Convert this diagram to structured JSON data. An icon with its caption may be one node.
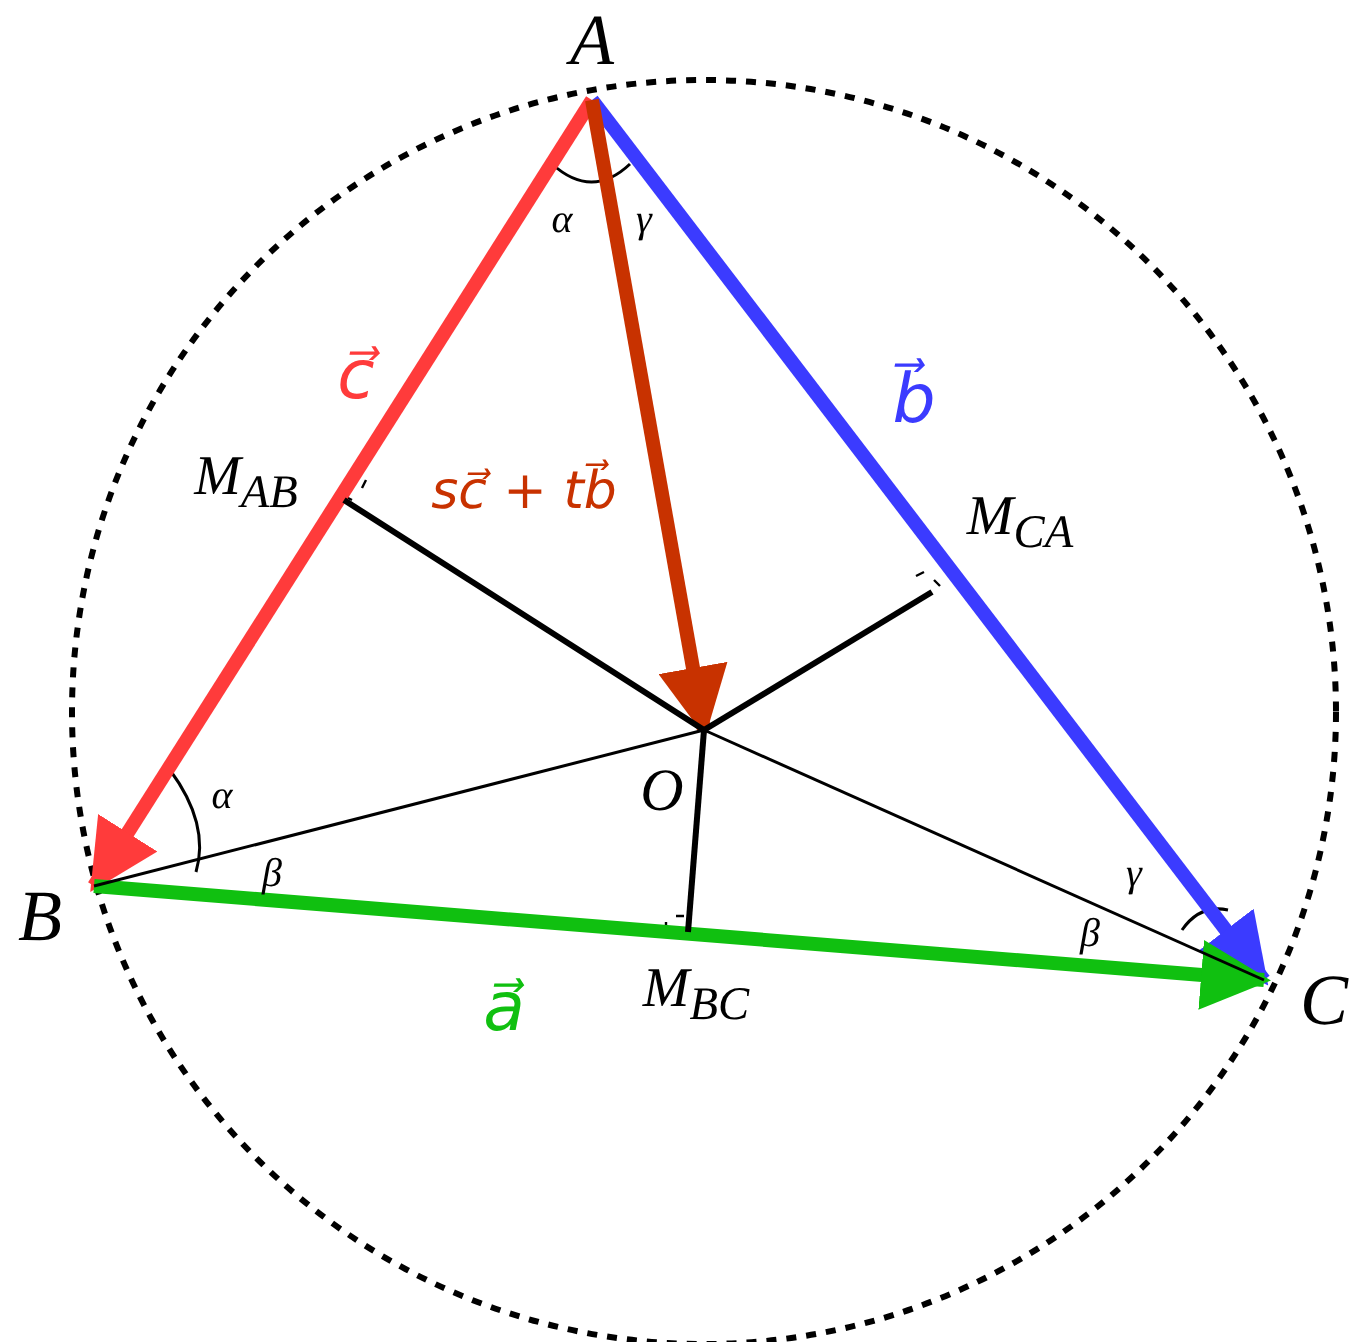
{
  "diagram": {
    "nodes": [
      {
        "text": [
          "A"
        ]
      },
      {
        "text": [
          "B"
        ]
      },
      {
        "text": [
          "C"
        ]
      },
      {
        "text": [
          "O"
        ]
      },
      {
        "text": [
          "M$_{AB}$"
        ]
      },
      {
        "text": [
          "M$_{CA}$"
        ]
      },
      {
        "text": [
          "M$_{BC}$"
        ]
      }
    ],
    "edges": [
      {
        "from": 0,
        "to": 1,
        "arrow": "to",
        "label": "c⃗",
        "style": "thick",
        "color": "#ff3b3b"
      },
      {
        "from": 0,
        "to": 2,
        "arrow": "to",
        "label": "b⃗",
        "style": "thick",
        "color": "#3b3bff"
      },
      {
        "from": 1,
        "to": 2,
        "arrow": "to",
        "label": "a⃗",
        "style": "thick",
        "color": "#10c010"
      },
      {
        "from": 0,
        "to": 3,
        "arrow": "to",
        "label": "sc⃗ + tb⃗",
        "style": "thick",
        "color": "#c83200"
      },
      {
        "from": 3,
        "to": 4,
        "arrow": "none"
      },
      {
        "from": 3,
        "to": 5,
        "arrow": "none"
      },
      {
        "from": 3,
        "to": 6,
        "arrow": "none"
      },
      {
        "from": 3,
        "to": 1,
        "arrow": "none"
      },
      {
        "from": 3,
        "to": 2,
        "arrow": "none"
      }
    ],
    "labels": [
      "α",
      "γ",
      "α",
      "β",
      "γ",
      "β"
    ]
  }
}
